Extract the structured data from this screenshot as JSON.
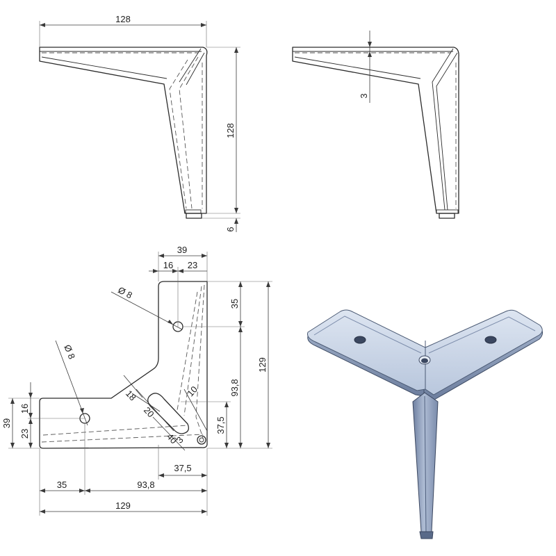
{
  "drawing": {
    "colors": {
      "line": "#2b2b2b",
      "render_light": "#c7d3e6",
      "render_mid": "#9aabc6",
      "render_dark": "#5d6e8c"
    },
    "front_view": {
      "width_label": "128",
      "height_label": "128",
      "foot_label": "6"
    },
    "side_view": {
      "thickness_label": "3"
    },
    "top_view": {
      "top_width_label": "39",
      "top_left_label": "16",
      "top_right_label": "23",
      "upper_hole_label": "Ø 8",
      "lower_hole_label": "Ø 8",
      "upper_hole_offset_label": "35",
      "right_span_label": "93,8",
      "right_total_label": "129",
      "left_height_label": "39",
      "left_upper_label": "16",
      "left_lower_label": "23",
      "slot_width_label": "18",
      "slot_length_label": "20",
      "slot_offset_label": "40",
      "edge_label": "10",
      "radius_label": "3",
      "corner_vertical_label": "37,5",
      "corner_horizontal_label": "37,5",
      "bottom_left_label": "35",
      "bottom_span_label": "93,8",
      "bottom_total_label": "129"
    }
  }
}
